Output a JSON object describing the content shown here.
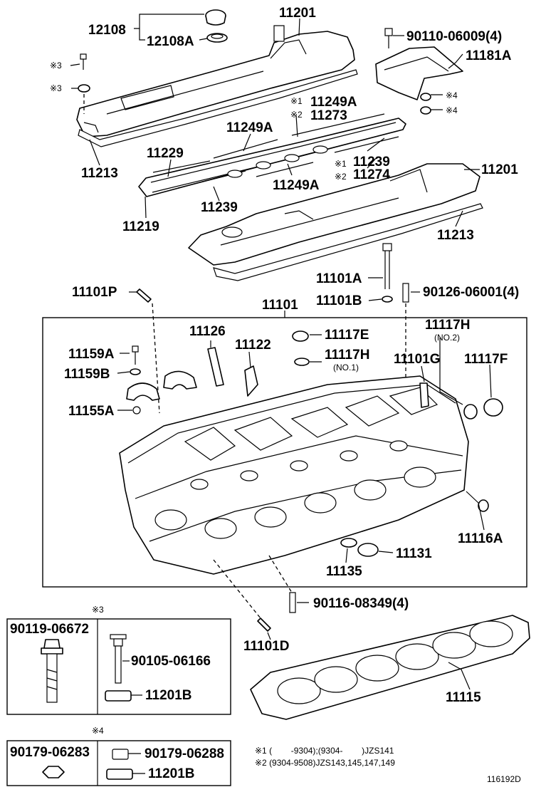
{
  "labels": {
    "p12108": "12108",
    "p12108a": "12108A",
    "p11201_top": "11201",
    "p90110": "90110-06009(4)",
    "p11181a": "11181A",
    "ref3_a": "※3",
    "ref3_b": "※3",
    "ref4_a": "※4",
    "ref4_b": "※4",
    "m1_a": "※1",
    "m2_a": "※2",
    "m1_b": "※1",
    "m2_b": "※2",
    "p11249a_1": "11249A",
    "p11273": "11273",
    "p11249a_2": "11249A",
    "p11229": "11229",
    "p11239_r": "11239",
    "p11274": "11274",
    "p11201_r": "11201",
    "p11213_l": "11213",
    "p11249a_3": "11249A",
    "p11239_l": "11239",
    "p11219": "11219",
    "p11213_r": "11213",
    "p11101a": "11101A",
    "p11101p": "11101P",
    "p11101b": "11101B",
    "p90126": "90126-06001(4)",
    "p11101": "11101",
    "p11117h_top": "11117H",
    "p11117h_top_sub": "(NO.2)",
    "p11126": "11126",
    "p11122": "11122",
    "p11117e": "11117E",
    "p11159a": "11159A",
    "p11117h_mid": "11117H",
    "p11117h_mid_sub": "(NO.1)",
    "p11101g": "11101G",
    "p11117f": "11117F",
    "p11159b": "11159B",
    "p11155a": "11155A",
    "p11116a": "11116A",
    "p11131": "11131",
    "p11135": "11135",
    "p90116": "90116-08349(4)",
    "p11101d": "11101D",
    "p11115": "11115"
  },
  "box3": {
    "ref": "※3",
    "left_part": "90119-06672",
    "right_part": "90105-06166",
    "right_part2": "11201B"
  },
  "box4": {
    "ref": "※4",
    "left_part": "90179-06283",
    "right_part": "90179-06288",
    "right_part2": "11201B"
  },
  "notes": {
    "note1": "※1 (        -9304);(9304-        )JZS141",
    "note2": "※2 (9304-9508)JZS143,145,147,149"
  },
  "diagram_id": "116192D"
}
